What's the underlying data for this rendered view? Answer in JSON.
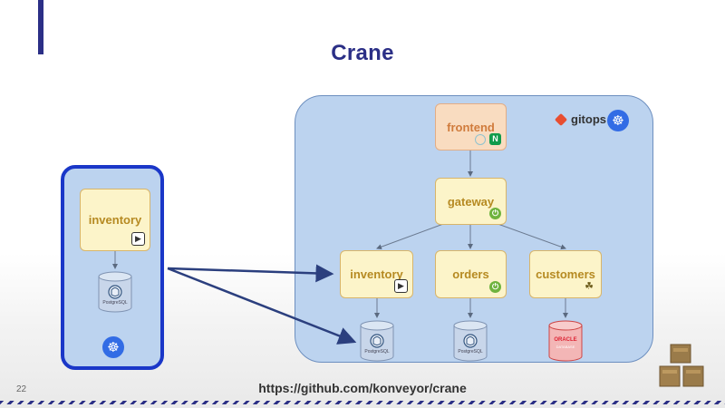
{
  "slide": {
    "title": "Crane",
    "number": "22",
    "url": "https://github.com/konveyor/crane"
  },
  "legacy": {
    "service": "inventory",
    "database": "PostgreSQL"
  },
  "cluster": {
    "gitops_label": "gitops",
    "services": {
      "frontend": "frontend",
      "gateway": "gateway",
      "inventory": "inventory",
      "orders": "orders",
      "customers": "customers"
    },
    "databases": {
      "inventory_db": "PostgreSQL",
      "orders_db": "PostgreSQL",
      "customers_db_brand": "ORACLE",
      "customers_db_sub": "DATABASE"
    }
  },
  "icons": {
    "kubernetes": "☸",
    "play": "▶",
    "spring": "⏻",
    "nginx": "N",
    "camel": "☘"
  },
  "colors": {
    "accent": "#2b2f86",
    "panel": "#bcd3ef",
    "legacy_border": "#1a37c8",
    "service_fill": "#fcf4c9",
    "frontend_fill": "#f9dcc0",
    "arrow": "#2b3f7e"
  }
}
